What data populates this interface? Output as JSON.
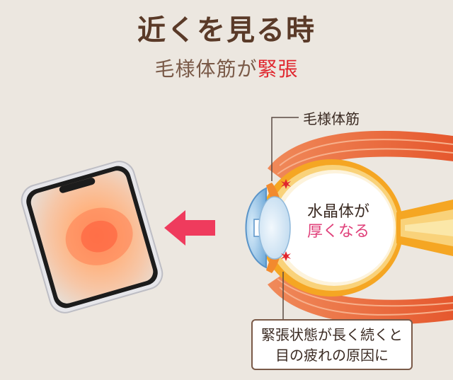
{
  "header": {
    "title": "近くを見る時",
    "subtitle_prefix": "毛様体筋が",
    "subtitle_highlight": "緊張"
  },
  "diagram": {
    "muscle_label": "毛様体筋",
    "lens_line1": "水晶体が",
    "lens_line2": "厚くなる",
    "callout_line1": "緊張状態が長く続くと",
    "callout_line2": "目の疲れの原因に"
  },
  "colors": {
    "title": "#5a3a28",
    "highlight_red": "#e0262e",
    "lens_pink": "#e0407a",
    "arrow": "#ef3b5d",
    "eye_orange": "#f5a623",
    "muscle": "#e8643c",
    "background": "#ece7e0"
  }
}
